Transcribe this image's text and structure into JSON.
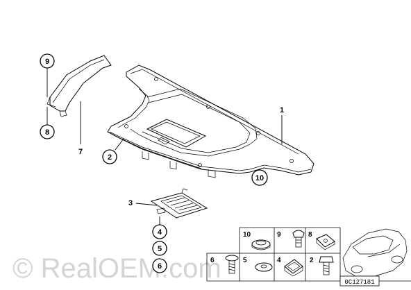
{
  "callouts": {
    "c1": "1",
    "c2": "2",
    "c3": "3",
    "c4": "4",
    "c5": "5",
    "c6": "6",
    "c7": "7",
    "c8": "8",
    "c9": "9",
    "c10": "10"
  },
  "hardware_table": {
    "cells": {
      "t10": "10",
      "t9": "9",
      "t8": "8",
      "t6": "6",
      "t5": "5",
      "t4": "4",
      "t2": "2"
    }
  },
  "diagram_id": "0C127181",
  "watermark": "© RealOEM.com"
}
